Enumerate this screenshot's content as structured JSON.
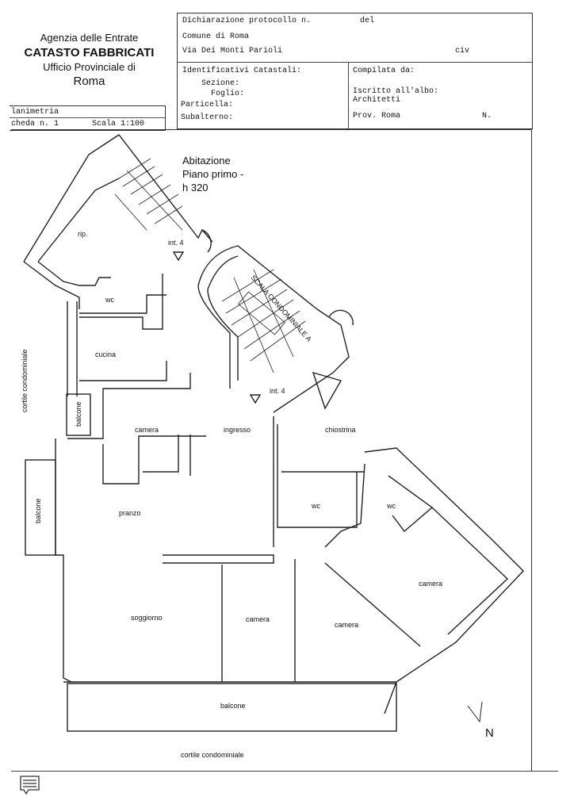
{
  "agency": {
    "line1": "Agenzia delle Entrate",
    "line2": "CATASTO FABBRICATI",
    "line3": "Ufficio Provinciale di",
    "line4": "Roma"
  },
  "sheet": {
    "type": "lanimetria",
    "scheda": "cheda n. 1",
    "scale": "Scala 1:100"
  },
  "header": {
    "protocol": "Dichiarazione protocollo n.",
    "del": "del",
    "comune": "Comune di Roma",
    "address": "Via Dei Monti Parioli",
    "civ": "civ",
    "ident_title": "Identificativi Catastali:",
    "sezione": "Sezione:",
    "foglio": "Foglio:",
    "particella": "Particella:",
    "subalterno": "Subalterno:",
    "compilata": "Compilata da:",
    "iscritto": "Iscritto all'albo:",
    "albo": "Architetti",
    "prov": "Prov. Roma",
    "n": "N."
  },
  "plan": {
    "title1": "Abitazione",
    "title2": "Piano primo -",
    "title3": "h 320",
    "rooms": {
      "rip": "rip.",
      "int4_top": "int. 4",
      "scala": "SCALA CONDOMINIALE A",
      "wc1": "wc",
      "cucina": "cucina",
      "int4_mid": "int. 4",
      "balcone_small": "balcone",
      "camera1": "camera",
      "ingresso": "ingresso",
      "chiostrina": "chiostrina",
      "balcone_left": "balcone",
      "pranzo": "pranzo",
      "wc2": "wc",
      "wc3": "wc",
      "camera2": "camera",
      "soggiorno": "soggiorno",
      "camera3": "camera",
      "camera4": "camera",
      "balcone_bottom": "balcone",
      "cortile_left": "cortile condominiale",
      "cortile_bottom": "cortile condominiale"
    },
    "north": "N"
  }
}
